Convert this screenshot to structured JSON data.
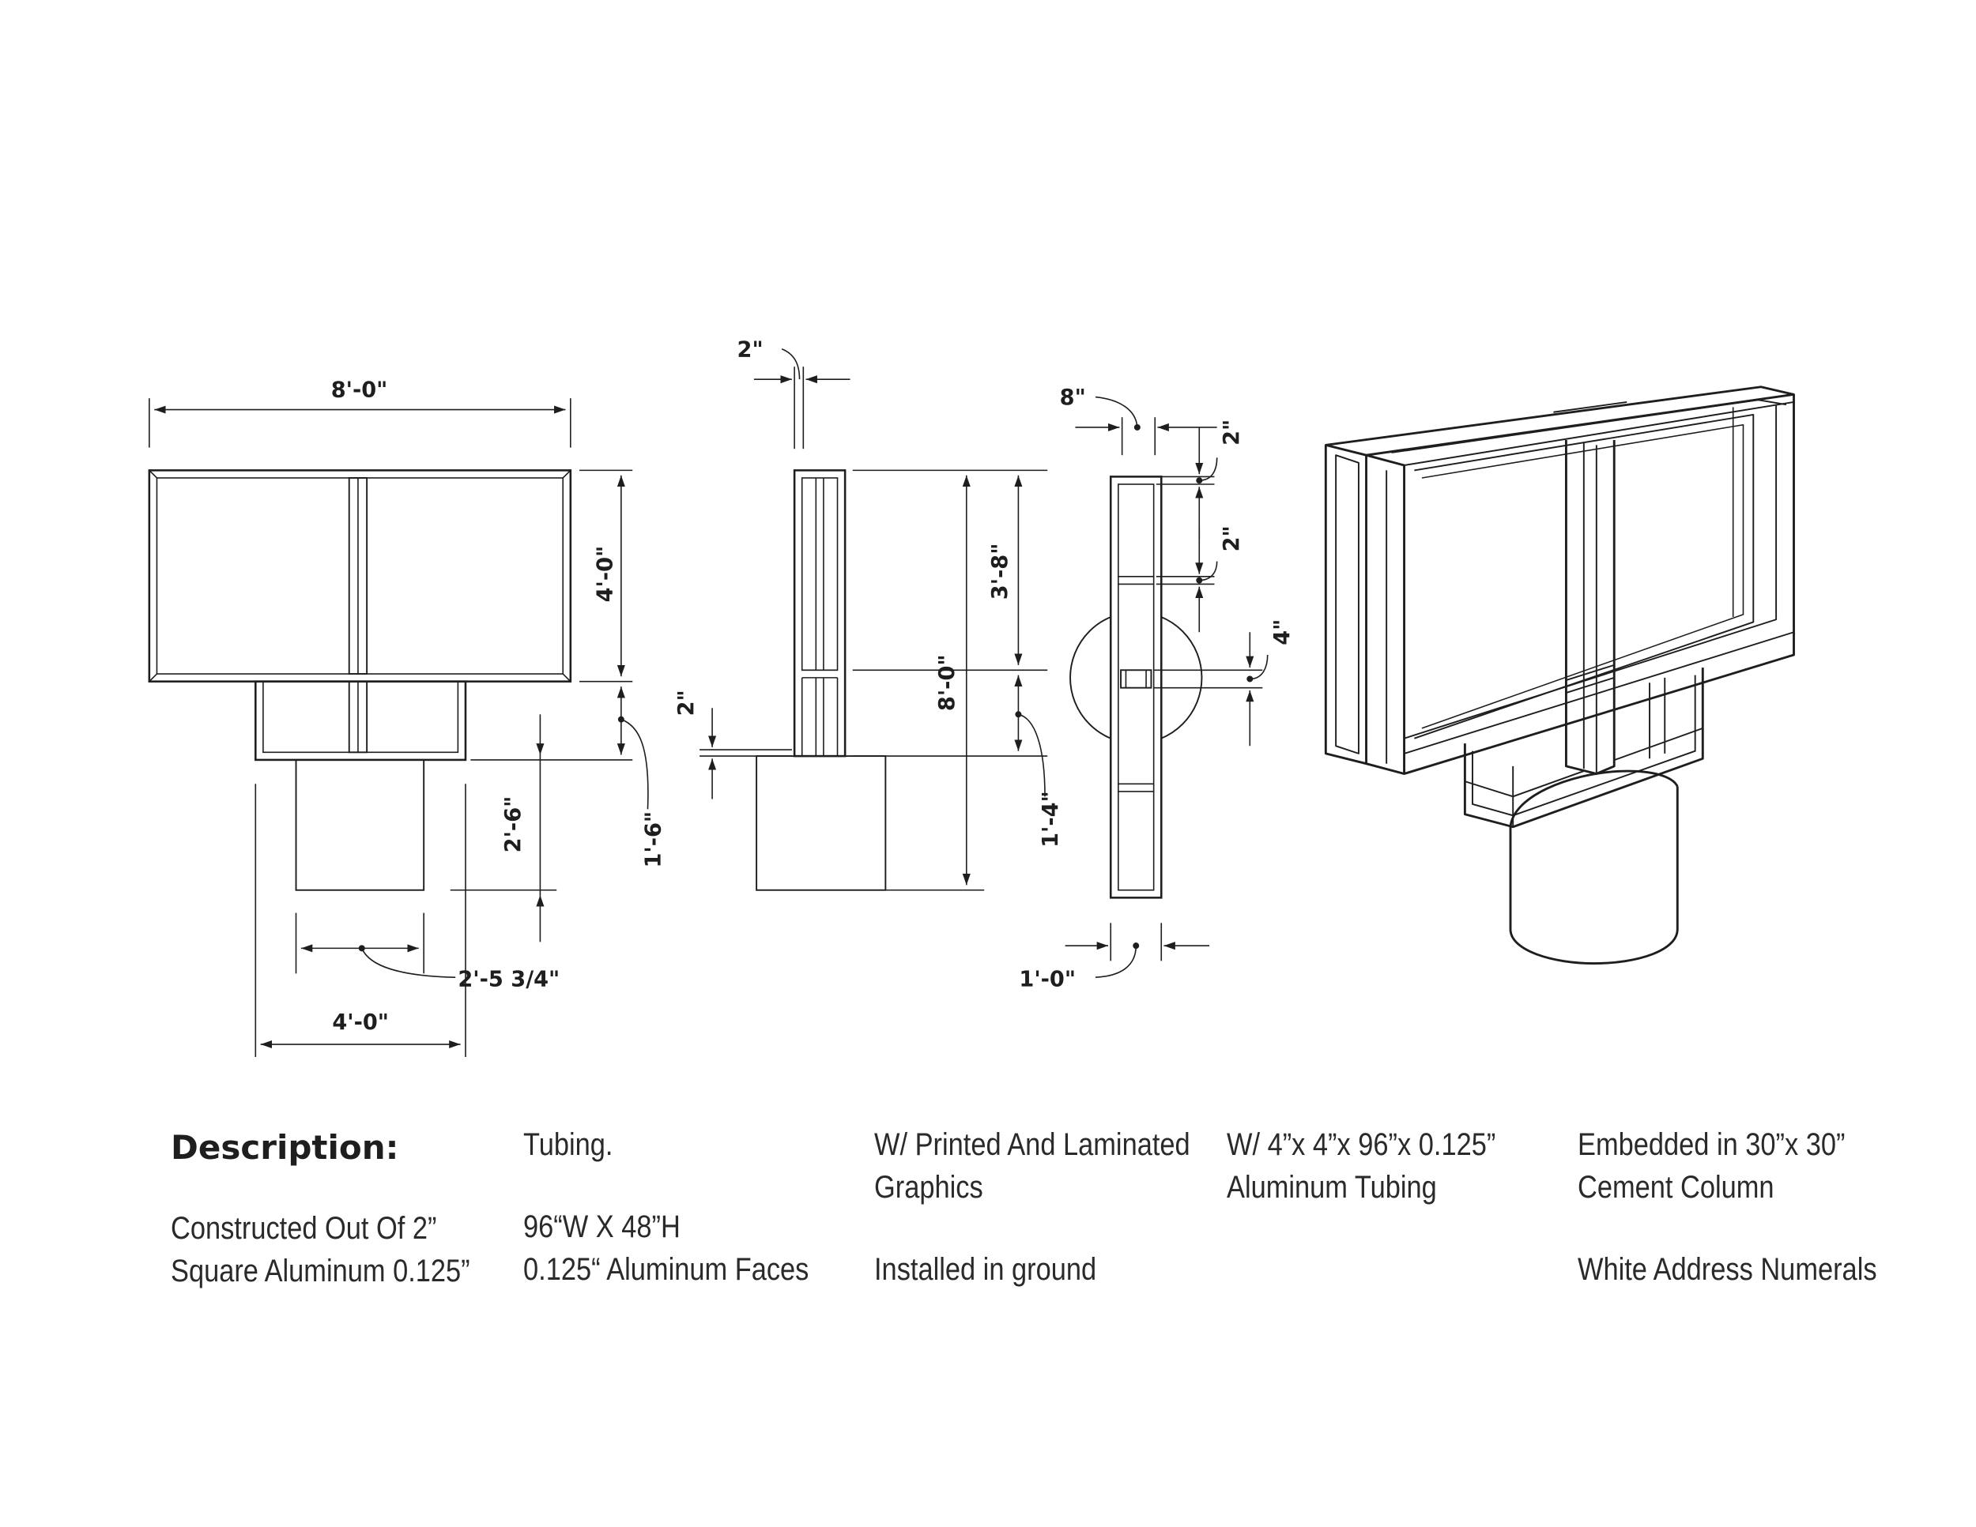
{
  "dimensions": {
    "front_width": "8'-0\"",
    "front_cabinet_height": "4'-0\"",
    "front_base_frame_height": "1'-6\"",
    "front_column_height": "2'-6\"",
    "front_column_width": "2'-5 3/4\"",
    "front_base_width": "4'-0\"",
    "side_tube_depth": "2\"",
    "side_cabinet_height": "3'-8\"",
    "side_total_height": "8'-0\"",
    "side_base_tube": "2\"",
    "side_base_frame_height": "1'-4\"",
    "plan_offset": "8\"",
    "plan_tube_1": "2\"",
    "plan_tube_2": "2\"",
    "plan_post": "4\"",
    "plan_depth": "1'-0\""
  },
  "description": {
    "heading": "Description:",
    "col1_line1": "Constructed Out Of 2”",
    "col1_line2": "Square Aluminum 0.125”",
    "col2_line1": "Tubing.",
    "col2_line2": "96“W X 48”H",
    "col2_line3": "0.125“ Aluminum Faces",
    "col3_line1": "W/ Printed And Laminated",
    "col3_line2": "Graphics",
    "col3_line3": "Installed in ground",
    "col4_line1": "W/ 4”x 4”x 96”x 0.125”",
    "col4_line2": "Aluminum Tubing",
    "col5_line1": "Embedded in 30”x 30”",
    "col5_line2": "Cement Column",
    "col5_line3": "White Address Numerals"
  },
  "colors": {
    "line": "#1e1e1e",
    "background": "#ffffff"
  }
}
